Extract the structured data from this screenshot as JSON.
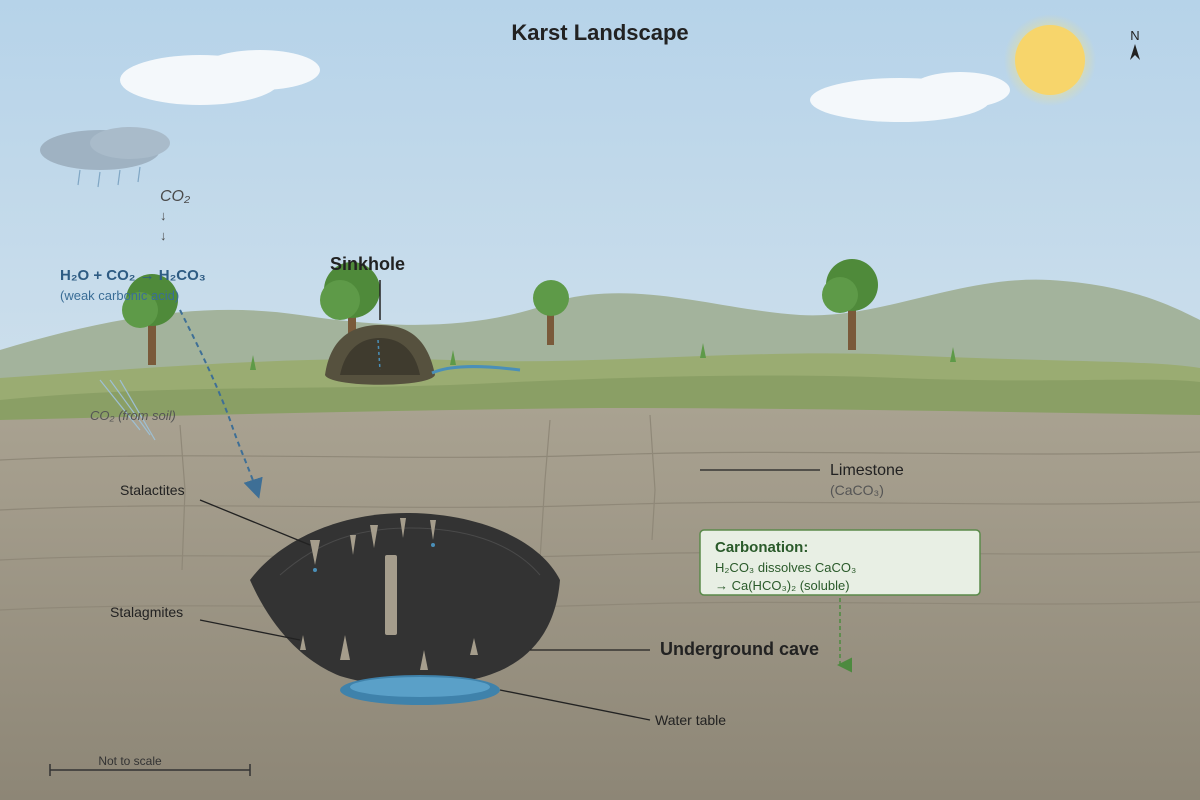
{
  "title": "Karst Landscape",
  "compass": {
    "label": "N"
  },
  "rain_cycle": {
    "co2": "CO₂",
    "arrow": "↓",
    "equation": "H₂O + CO₂ → H₂CO₃",
    "equation_note": "(weak carbonic acid)",
    "soil_co2": "CO₂ (from soil)"
  },
  "labels": {
    "sinkhole": "Sinkhole",
    "stalactites": "Stalactites",
    "stalagmites": "Stalagmites",
    "limestone": "Limestone",
    "limestone_formula": "(CaCO₃)",
    "underground_cave": "Underground cave",
    "water_table": "Water table"
  },
  "carbonation_box": {
    "title": "Carbonation:",
    "line1": "H₂CO₃ dissolves CaCO₃",
    "line2": "→ Ca(HCO₃)₂ (soluble)"
  },
  "scale_bar": {
    "label": "Not to scale"
  },
  "colors": {
    "sky": "#b9d6ea",
    "sun": "#f7d56b",
    "hills": "#a3b39c",
    "grass": "#9aac72",
    "limestone": "#a59d8c",
    "cave": "#333333",
    "water": "#4a8fb8",
    "tree": "#4f8a3a",
    "box_border": "#5a8a4a",
    "box_fill": "#e8efe4"
  }
}
